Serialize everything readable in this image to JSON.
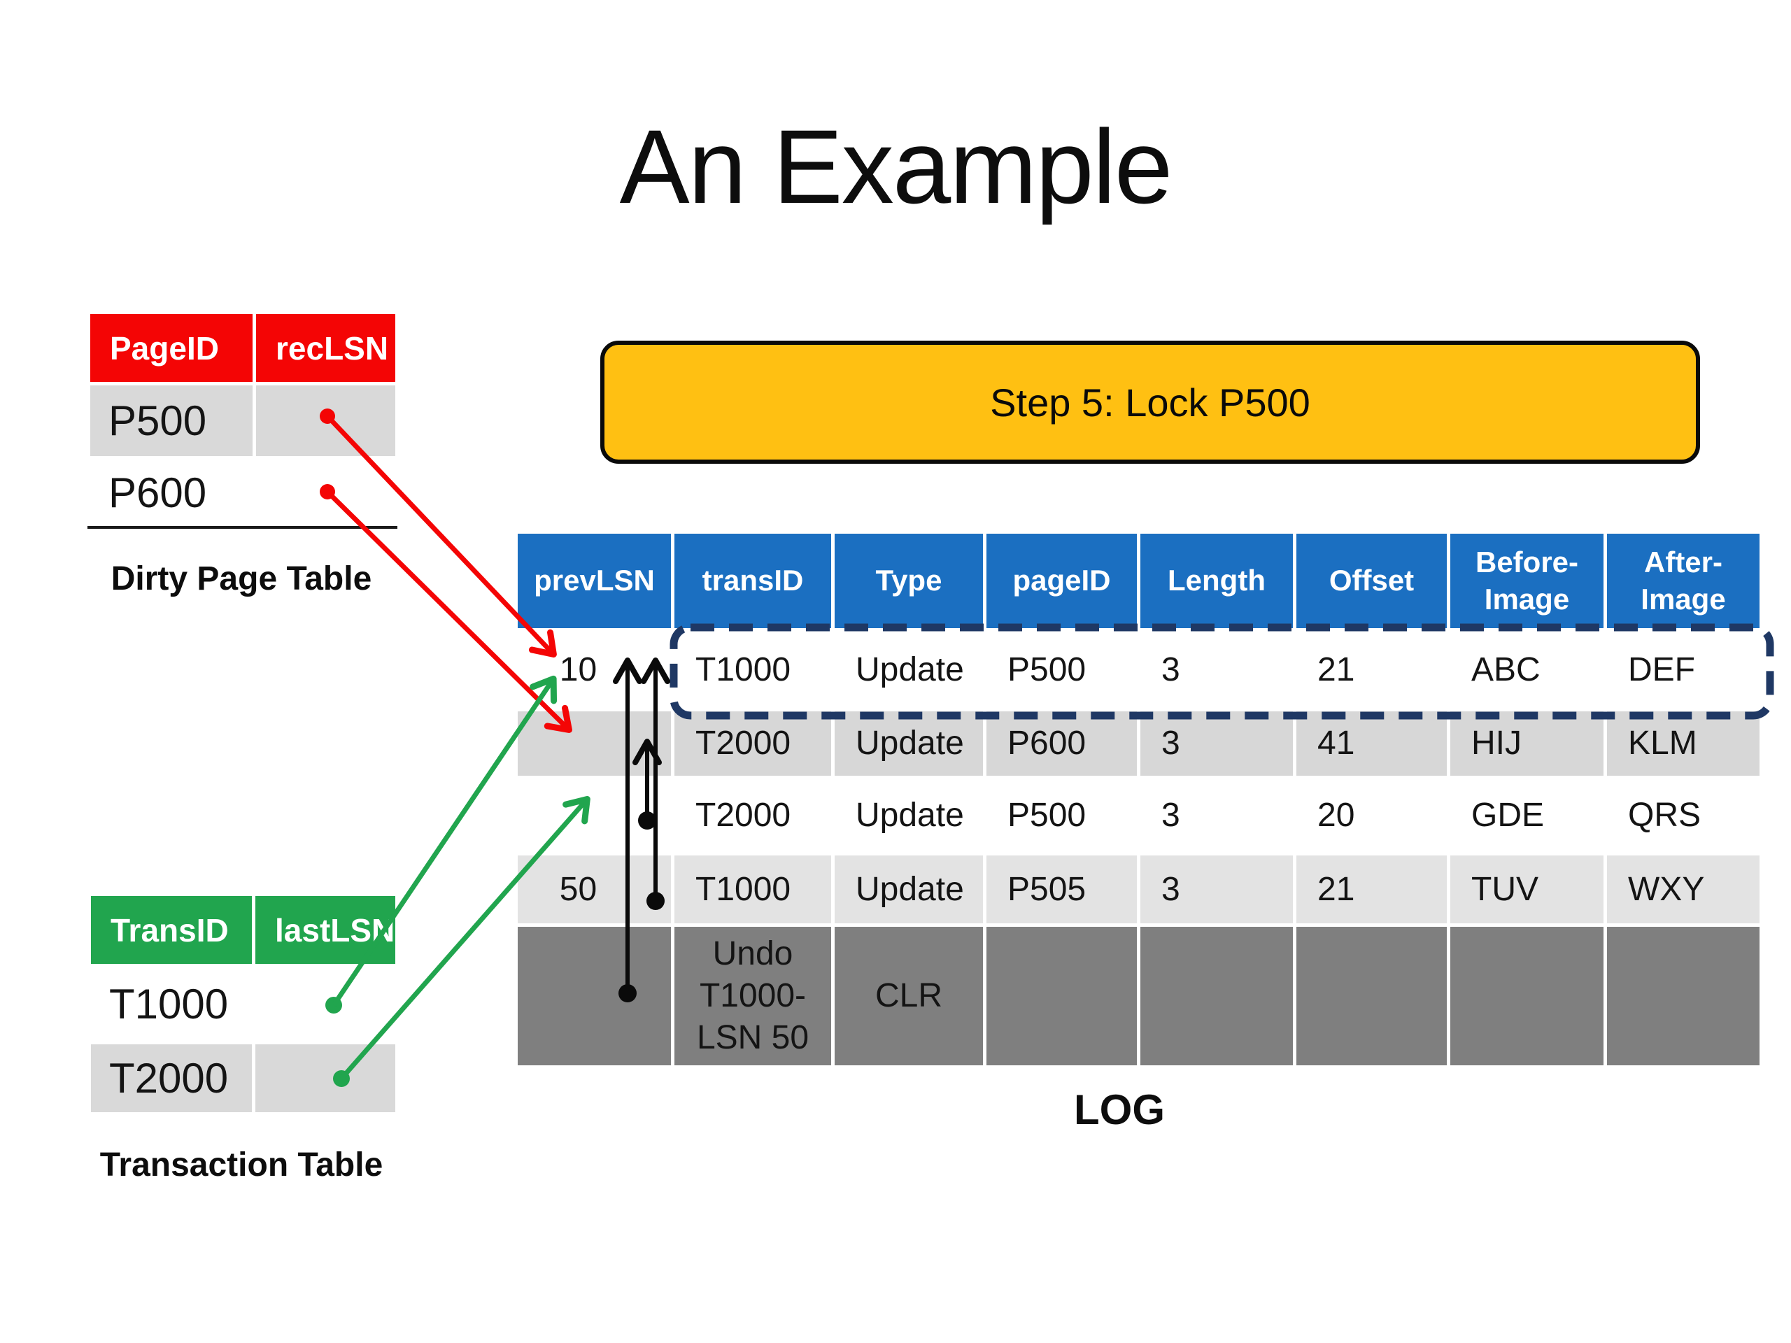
{
  "slide": {
    "title": "An Example"
  },
  "callout": {
    "text": "Step 5: Lock P500",
    "bg_color": "#FFC012",
    "border_color": "#000000"
  },
  "dirty_page_table": {
    "label": "Dirty Page Table",
    "header_bg": "#F40505",
    "columns": [
      "PageID",
      "recLSN"
    ],
    "rows": [
      [
        "P500",
        ""
      ],
      [
        "P600",
        ""
      ]
    ]
  },
  "transaction_table": {
    "label": "Transaction Table",
    "header_bg": "#21A54E",
    "columns": [
      "TransID",
      "lastLSN"
    ],
    "rows": [
      [
        "T1000",
        ""
      ],
      [
        "T2000",
        ""
      ]
    ]
  },
  "log_table": {
    "label": "LOG",
    "header_bg": "#1B6FC1",
    "columns": [
      "prevLSN",
      "transID",
      "Type",
      "pageID",
      "Length",
      "Offset",
      "Before-Image",
      "After-Image"
    ],
    "rows": [
      [
        "10",
        "T1000",
        "Update",
        "P500",
        "3",
        "21",
        "ABC",
        "DEF"
      ],
      [
        "",
        "T2000",
        "Update",
        "P600",
        "3",
        "41",
        "HIJ",
        "KLM"
      ],
      [
        "",
        "T2000",
        "Update",
        "P500",
        "3",
        "20",
        "GDE",
        "QRS"
      ],
      [
        "50",
        "T1000",
        "Update",
        "P505",
        "3",
        "21",
        "TUV",
        "WXY"
      ],
      [
        "",
        "Undo T1000- LSN 50",
        "CLR",
        "",
        "",
        "",
        "",
        ""
      ]
    ]
  },
  "annotations": {
    "highlight_box": "dashed box around first log record (T1000 Update P500)",
    "arrows": [
      {
        "color": "#F40505",
        "from": "dirty-page-table P500 recLSN",
        "to": "log row 1 prevLSN (10)"
      },
      {
        "color": "#F40505",
        "from": "dirty-page-table P600 recLSN",
        "to": "log row 2 prevLSN"
      },
      {
        "color": "#21A54E",
        "from": "transaction-table T1000 lastLSN",
        "to": "log row 1 prevLSN (10)"
      },
      {
        "color": "#21A54E",
        "from": "transaction-table T2000 lastLSN",
        "to": "log row 3 prevLSN"
      },
      {
        "color": "#000000",
        "from": "log row 5 (CLR) prevLSN",
        "to": "log row 1 prevLSN (10)"
      },
      {
        "color": "#000000",
        "from": "log row 4 prevLSN (50)",
        "to": "log row 1 prevLSN (10)"
      },
      {
        "color": "#000000",
        "from": "log row 3 prevLSN",
        "to": "log row 2 prevLSN"
      }
    ]
  }
}
